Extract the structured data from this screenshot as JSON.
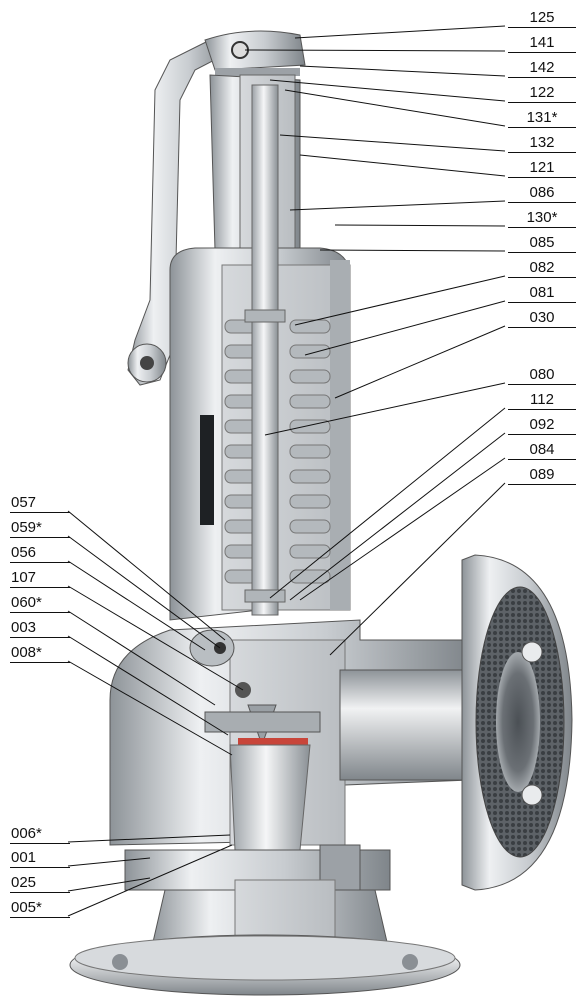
{
  "labels_right": [
    "125",
    "141",
    "142",
    "122",
    "131*",
    "132",
    "121",
    "086",
    "130*",
    "085",
    "082",
    "081",
    "030",
    "080",
    "112",
    "092",
    "084",
    "089"
  ],
  "labels_left": [
    "057",
    "059*",
    "056",
    "107",
    "060*",
    "003",
    "008*",
    "006*",
    "001",
    "025",
    "005*"
  ],
  "colors": {
    "metal": "#c8ccd0",
    "metal_dark": "#8d9398",
    "metal_light": "#eef0f2",
    "gasket": "#c8453a",
    "line": "#111111"
  }
}
